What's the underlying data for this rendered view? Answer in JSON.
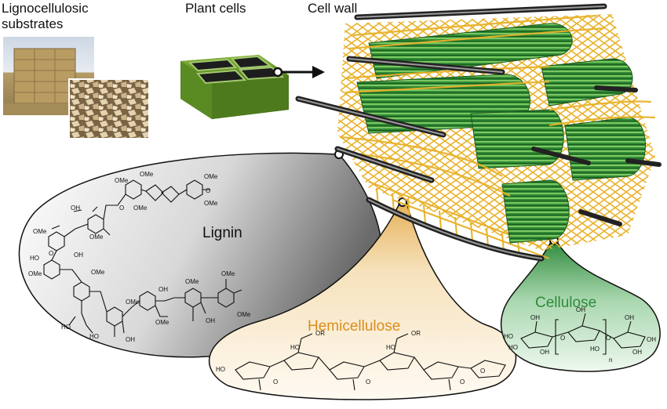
{
  "labels": {
    "substrates_line1": "Lignocellulosic",
    "substrates_line2": "substrates",
    "plant_cells": "Plant cells",
    "cell_wall": "Cell wall",
    "lignin": "Lignin",
    "hemicellulose": "Hemicellulose",
    "cellulose": "Cellulose"
  },
  "chem_labels": {
    "ome": "OMe",
    "oh": "OH",
    "ho": "HO",
    "o": "O",
    "or": "OR",
    "n": "n"
  },
  "colors": {
    "hemicellulose_text": "#d98e1c",
    "cellulose_text": "#2f8a3c",
    "lignin_text": "#111111",
    "cellulose_green": "#3e9a3a",
    "hemicellulose_gold": "#e8b22a",
    "lignin_rod": "#5a5a5a",
    "plant_cell_green": "#6a9a2a"
  }
}
